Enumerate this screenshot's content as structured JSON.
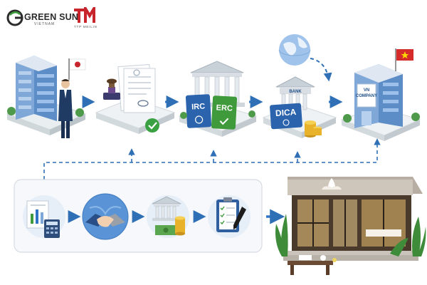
{
  "brand": {
    "primary_logo_text": "GREEN SUN",
    "primary_logo_subtext": "VIETNAM",
    "secondary_logo_mark": "TM",
    "secondary_logo_subtext": "TTP MEILIN"
  },
  "process_steps": [
    {
      "icon": "japanese-investor-office-icon"
    },
    {
      "icon": "notarized-documents-stamp-icon"
    },
    {
      "icon": "irc-erc-certificates-icon",
      "labels": [
        "IRC",
        "ERC"
      ]
    },
    {
      "icon": "bank-dica-account-icon",
      "labels": [
        "BANK",
        "DICA"
      ]
    },
    {
      "icon": "vn-company-building-icon",
      "labels": [
        "VN",
        "COMPANY"
      ]
    }
  ],
  "support_steps": [
    {
      "icon": "financial-reports-calculator-icon"
    },
    {
      "icon": "handshake-globe-icon"
    },
    {
      "icon": "bank-cash-coins-icon"
    },
    {
      "icon": "checklist-clipboard-icon"
    }
  ],
  "result": {
    "icon": "spa-storefront-icon"
  },
  "colors": {
    "arrow_blue": "#2f74c6",
    "connector_blue": "#2f6fb5",
    "badge_blue": "#2b63ad",
    "badge_green": "#3f9a3c",
    "brand_red": "#c8242b",
    "brand_green": "#3a9a3a",
    "panel_border": "#d6dce4",
    "panel_bg": "#f6f8fb"
  }
}
